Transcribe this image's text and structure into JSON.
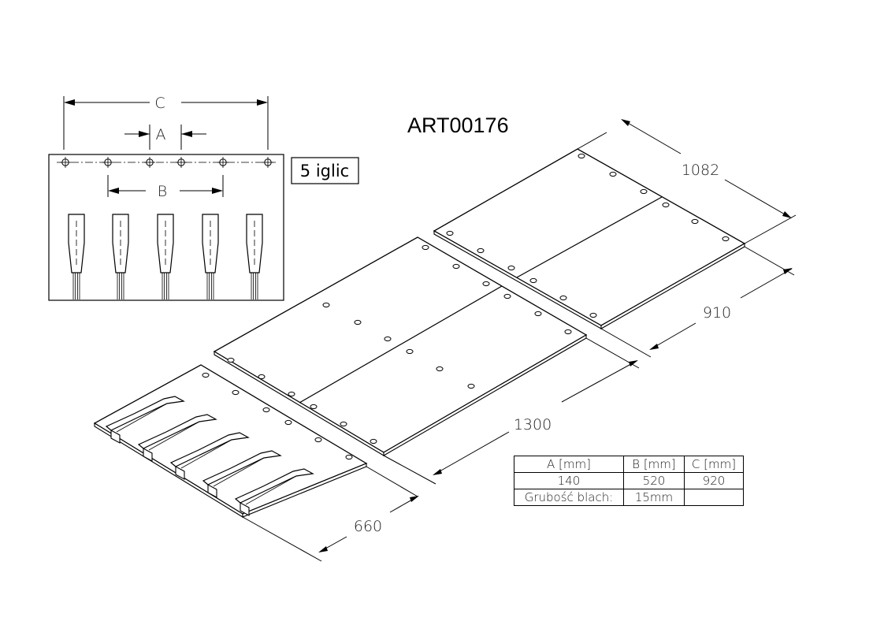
{
  "title": "ART00176",
  "needle_box_label": "5 iglic",
  "detail_dimensions": {
    "a": "A",
    "b": "B",
    "c": "C"
  },
  "overall_dimensions": {
    "top_length": "1082",
    "top_width": "910",
    "middle_length": "1300",
    "bottom_length": "660"
  },
  "spec_table": {
    "headers": [
      "A [mm]",
      "B [mm]",
      "C [mm]"
    ],
    "values": [
      "140",
      "520",
      "920"
    ],
    "thickness_label": "Grubość blach:",
    "thickness_value": "15mm",
    "thickness_extra": ""
  }
}
